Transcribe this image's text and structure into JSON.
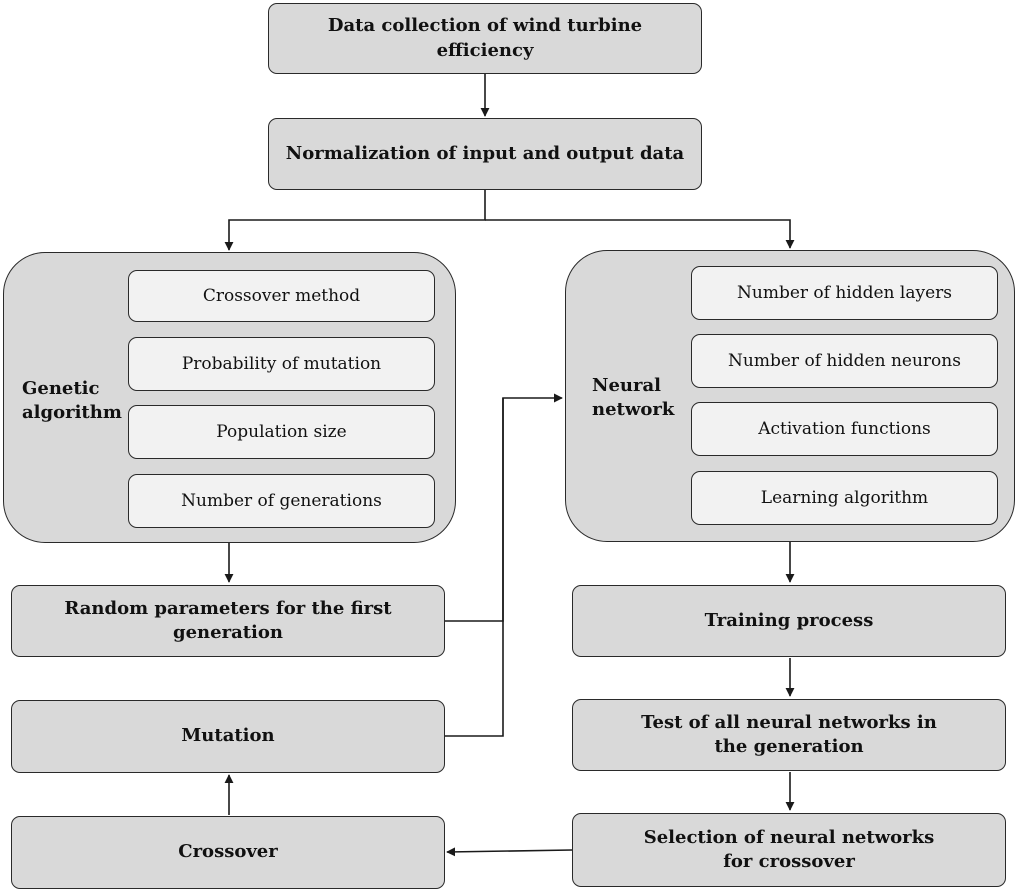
{
  "steps": {
    "data_collection": "Data collection of wind turbine efficiency",
    "normalization": "Normalization of input and output data",
    "random_parameters": "Random parameters for the first generation",
    "mutation": "Mutation",
    "crossover": "Crossover",
    "training": "Training process",
    "test": "Test of all neural networks in the generation",
    "selection": "Selection of neural networks for crossover"
  },
  "genetic_algorithm": {
    "label_line1": "Genetic",
    "label_line2": "algorithm",
    "items": [
      "Crossover method",
      "Probability of mutation",
      "Population size",
      "Number of generations"
    ]
  },
  "neural_network": {
    "label_line1": "Neural",
    "label_line2": "network",
    "items": [
      "Number of hidden layers",
      "Number of hidden neurons",
      "Activation functions",
      "Learning algorithm"
    ]
  },
  "colors": {
    "box_fill": "#d9d9d9",
    "sub_fill": "#f2f2f2",
    "stroke": "#2a2a2a"
  }
}
